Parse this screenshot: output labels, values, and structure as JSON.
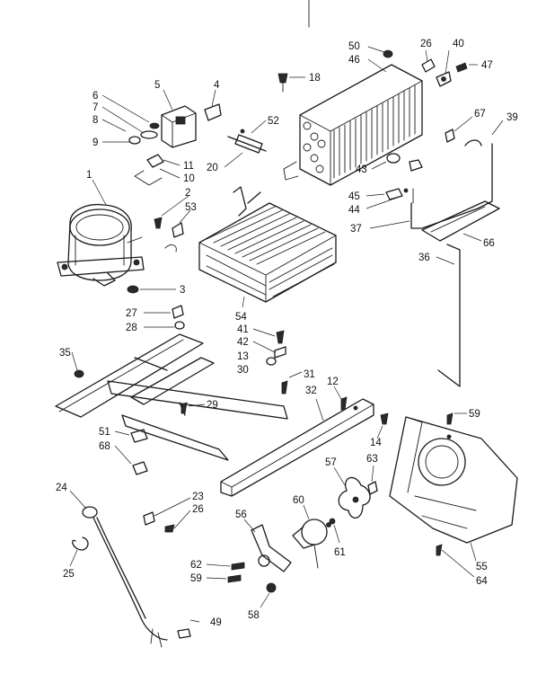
{
  "labels": {
    "p1": "1",
    "p2": "2",
    "p3": "3",
    "p4": "4",
    "p5": "5",
    "p6": "6",
    "p7": "7",
    "p8": "8",
    "p9": "9",
    "p10": "10",
    "p11": "11",
    "p12": "12",
    "p13": "13",
    "p14": "14",
    "p18": "18",
    "p20": "20",
    "p23": "23",
    "p24": "24",
    "p25": "25",
    "p26a": "26",
    "p26b": "26",
    "p27": "27",
    "p28": "28",
    "p29": "29",
    "p30": "30",
    "p31": "31",
    "p32": "32",
    "p35": "35",
    "p36": "36",
    "p37": "37",
    "p39": "39",
    "p40": "40",
    "p41": "41",
    "p42": "42",
    "p43": "43",
    "p44": "44",
    "p45": "45",
    "p46": "46",
    "p47": "47",
    "p49": "49",
    "p50": "50",
    "p51": "51",
    "p52": "52",
    "p53": "53",
    "p54": "54",
    "p55": "55",
    "p56": "56",
    "p57": "57",
    "p58": "58",
    "p59a": "59",
    "p59b": "59",
    "p60": "60",
    "p61": "61",
    "p62": "62",
    "p63": "63",
    "p64": "64",
    "p66": "66",
    "p67": "67",
    "p68": "68"
  }
}
